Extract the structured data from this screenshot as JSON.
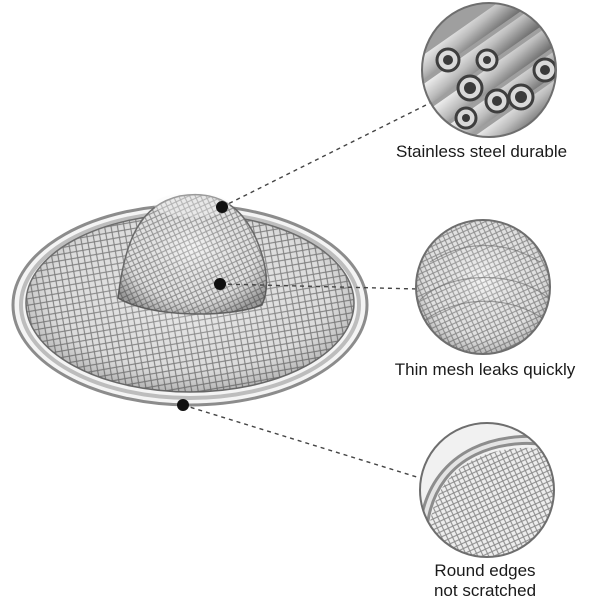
{
  "callouts": [
    {
      "label": "Stainless steel durable"
    },
    {
      "label": "Thin mesh leaks quickly"
    },
    {
      "label_line1": "Round edges",
      "label_line2": "not scratched"
    }
  ],
  "colors": {
    "steel_light": "#f2f2f2",
    "steel_mid": "#b7b7b7",
    "steel_dark": "#4f4f4f",
    "marker": "#111111",
    "leader_line": "#444444",
    "text": "#1a1a1a"
  }
}
